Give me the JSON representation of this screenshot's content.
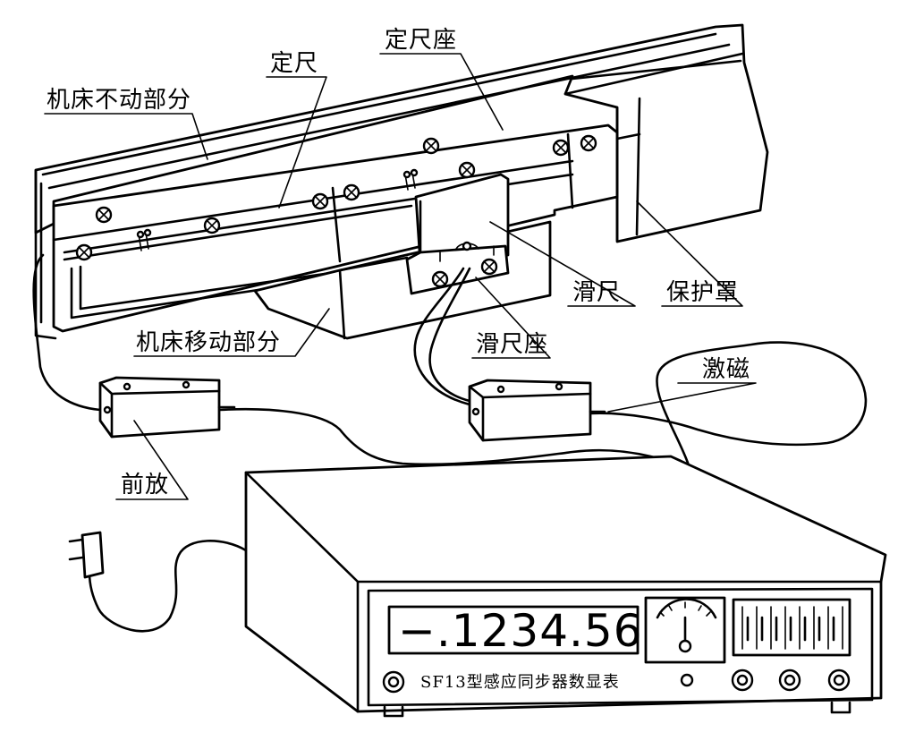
{
  "labels": {
    "machine_fixed": "机床不动部分",
    "fixed_scale": "定尺",
    "fixed_scale_base": "定尺座",
    "slider": "滑尺",
    "cover": "保护罩",
    "machine_moving": "机床移动部分",
    "slider_base": "滑尺座",
    "excitation": "激磁",
    "preamp": "前放"
  },
  "display": {
    "readout": "−.1234.56",
    "model_text": "SF13型感应同步器数显表"
  }
}
